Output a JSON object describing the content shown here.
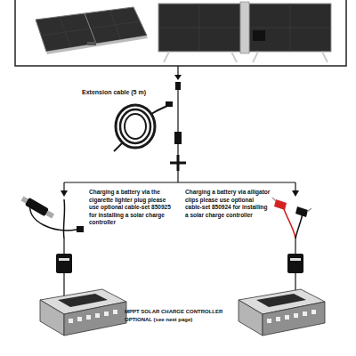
{
  "diagram": {
    "labels": [
      "Extension cable (5 m)",
      "Charging a battery via the cigarette lighter plug please use optional cable-set 850925 for installing a solar charge controller",
      "Charging a battery via alligator clips please use optional cable-set 850924 for installing a solar charge controller",
      "MPPT SOLAR CHARGE CONTROLLER OPTIONAL (see next page)"
    ]
  }
}
